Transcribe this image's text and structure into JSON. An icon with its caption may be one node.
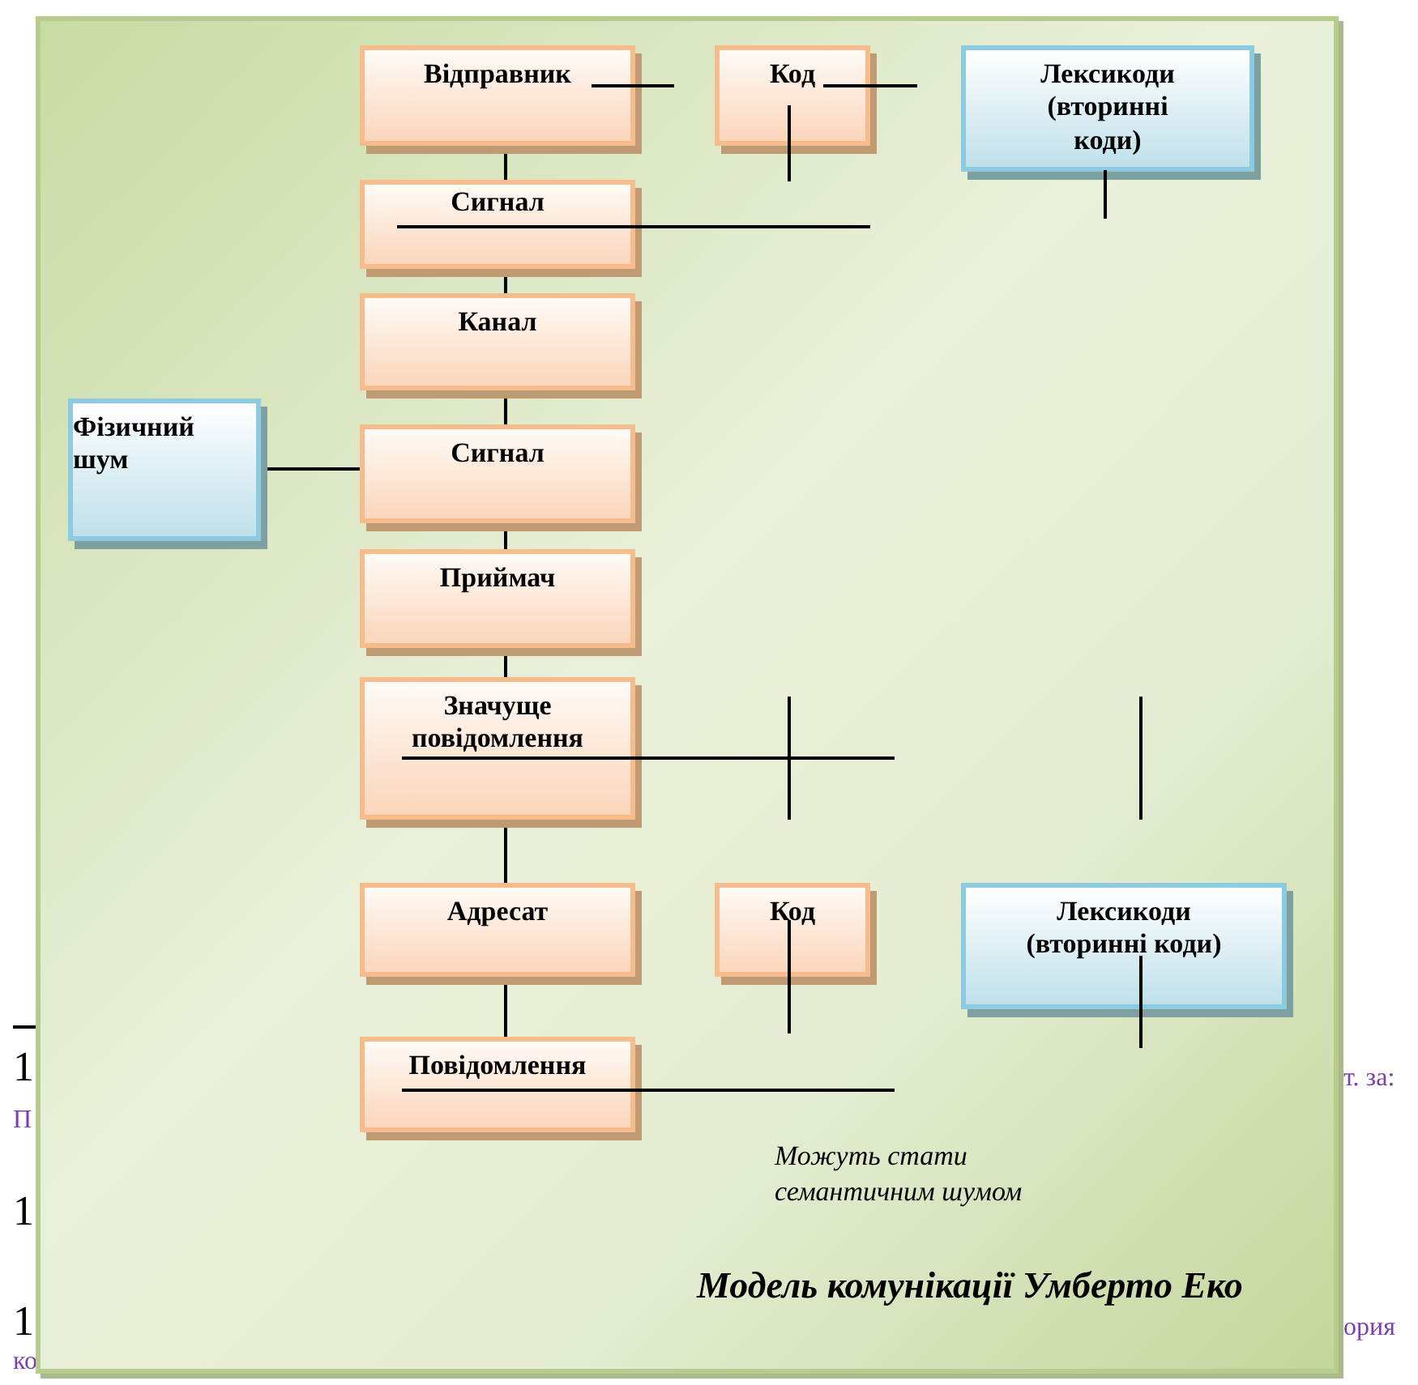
{
  "diagram": {
    "title": "Модель комунікації Умберто Еко",
    "nodes": [
      {
        "text": [
          "Відправник"
        ]
      },
      {
        "text": [
          "Код"
        ]
      },
      {
        "text": [
          "Лексикоди (вторинні коди)"
        ]
      },
      {
        "text": [
          "Сигнал"
        ]
      },
      {
        "text": [
          "Канал"
        ]
      },
      {
        "text": [
          "Фізичний шум"
        ]
      },
      {
        "text": [
          "Сигнал"
        ]
      },
      {
        "text": [
          "Приймач"
        ]
      },
      {
        "text": [
          "Значуще повідомлення"
        ]
      },
      {
        "text": [
          "Адресат"
        ]
      },
      {
        "text": [
          "Код"
        ]
      },
      {
        "text": [
          "Лексикоди (вторинні коди)"
        ]
      },
      {
        "text": [
          "Повідомлення"
        ]
      }
    ],
    "edges": [
      {
        "from": 0,
        "to": 3,
        "arrow": "none"
      },
      {
        "from": 3,
        "to": 4,
        "arrow": "none"
      },
      {
        "from": 4,
        "to": 6,
        "arrow": "none"
      },
      {
        "from": 5,
        "to": 6,
        "arrow": "none"
      },
      {
        "from": 6,
        "to": 7,
        "arrow": "none"
      },
      {
        "from": 7,
        "to": 8,
        "arrow": "none"
      },
      {
        "from": 8,
        "to": 9,
        "arrow": "none"
      },
      {
        "from": 9,
        "to": 12,
        "arrow": "none"
      }
    ],
    "labels": [
      "Можуть стати семантичним шумом",
      "1",
      "П",
      "т. за:",
      "1",
      "1",
      "ория",
      "ко"
    ]
  }
}
